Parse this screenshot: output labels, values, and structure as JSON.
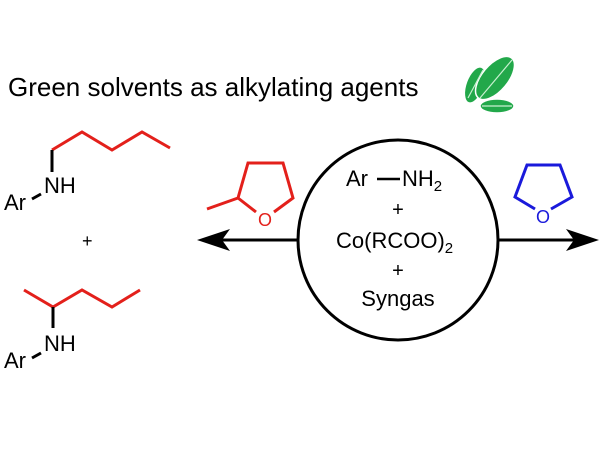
{
  "title": "Green solvents as alkylating agents",
  "colors": {
    "red": "#e3201b",
    "blue": "#1a1adb",
    "black": "#000000",
    "leaf": "#22a84a"
  },
  "products": {
    "top": {
      "ar": "Ar",
      "nh": "NH"
    },
    "plus": "+",
    "bottom": {
      "ar": "Ar",
      "nh": "NH"
    }
  },
  "left_solvent": {
    "o": "O",
    "name_icon": "2-methyltetrahydrofuran"
  },
  "right_solvent": {
    "o": "O",
    "name_icon": "tetrahydrofuran"
  },
  "reagents": {
    "amine_ar": "Ar",
    "amine_nh": "NH",
    "amine_sub": "2",
    "plus1": "+",
    "catalyst_main": "Co(RCOO)",
    "catalyst_sub": "2",
    "plus2": "+",
    "gas": "Syngas"
  }
}
